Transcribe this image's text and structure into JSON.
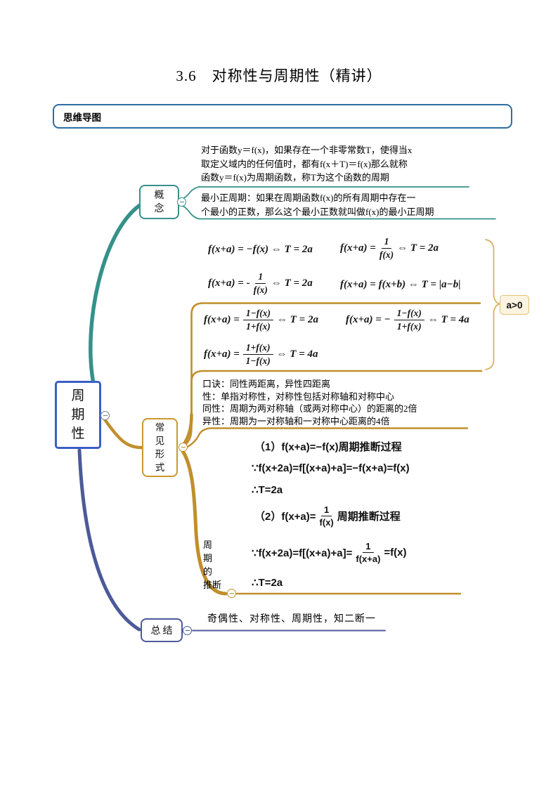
{
  "page": {
    "title": "3.6　对称性与周期性（精讲）"
  },
  "section_header": {
    "label": "思维导图"
  },
  "colors": {
    "teal": "#35918A",
    "gold": "#C08F2D",
    "gold_light": "#D9AE5E",
    "root_blue": "#3B5FC5",
    "purple": "#4C5A99",
    "header_blue": "#2E6DA4"
  },
  "mindmap": {
    "root": {
      "label": "周\n期\n性"
    },
    "concept": {
      "label": "概\n念",
      "definition": "对于函数y＝f(x)，如果存在一个非零常数T，使得当x\n取定义域内的任何值时，都有f(x＋T)＝f(x)那么就称\n函数y＝f(x)为周期函数，称T为这个函数的周期",
      "min_period": "最小正周期：如果在周期函数f(x)的所有周期中存在一\n个最小的正数，那么这个最小正数就叫做f(x)的最小正周期"
    },
    "common_forms": {
      "label": "常\n见\n形\n式",
      "condition_badge": "a>0",
      "group1": {
        "r1a": [
          {
            "t": "f(x+a) = −f(x) ⇔ T = 2a"
          }
        ],
        "r1b": [
          {
            "t": "f(x+a) ="
          },
          {
            "f": [
              "1",
              "f(x)"
            ]
          },
          {
            "t": "⇔ T = 2a"
          }
        ],
        "r2a": [
          {
            "t": "f(x+a) = -"
          },
          {
            "f": [
              "1",
              "f(x)"
            ]
          },
          {
            "t": "⇔ T = 2a"
          }
        ],
        "r2b": [
          {
            "t": "f(x+a) = f(x+b) ⇔ T = |a−b|"
          }
        ]
      },
      "group2": {
        "r1a": [
          {
            "t": "f(x+a) ="
          },
          {
            "f": [
              "1−f(x)",
              "1+f(x)"
            ]
          },
          {
            "t": "⇔ T = 2a"
          }
        ],
        "r1b": [
          {
            "t": "f(x+a) = −"
          },
          {
            "f": [
              "1−f(x)",
              "1+f(x)"
            ]
          },
          {
            "t": "⇔ T = 4a"
          }
        ],
        "r2a": [
          {
            "t": "f(x+a) ="
          },
          {
            "f": [
              "1+f(x)",
              "1−f(x)"
            ]
          },
          {
            "t": "⇔ T = 4a"
          }
        ]
      },
      "mnemonic": "口诀：同性两距离，异性四距离\n性：单指对称性，对称性包括对称轴和对称中心\n同性：周期为两对称轴（或两对称中心）的距离的2倍\n异性：周期为一对称轴和一对称中心距离的4倍",
      "period_inference": {
        "label": "周\n期\n的\n推断",
        "d1_title": [
          {
            "t": "（1）f(x+a)=−f(x)周期推断过程"
          }
        ],
        "d1_because": [
          {
            "t": "∵f(x+2a)=f[(x+a)+a]=−f(x+a)=f(x)"
          }
        ],
        "d1_therefore": [
          {
            "t": "∴T=2a"
          }
        ],
        "d2_title": [
          {
            "t": "（2）f(x+a)="
          },
          {
            "f": [
              "1",
              "f(x)"
            ]
          },
          {
            "t": "周期推断过程"
          }
        ],
        "d2_because": [
          {
            "t": "∵f(x+2a)=f[(x+a)+a]="
          },
          {
            "f": [
              "1",
              "f(x+a)"
            ]
          },
          {
            "t": "=f(x)"
          }
        ],
        "d2_therefore": [
          {
            "t": "∴T=2a"
          }
        ]
      }
    },
    "summary": {
      "label": "总结",
      "text": "奇偶性、对称性、周期性，知二断一"
    }
  }
}
